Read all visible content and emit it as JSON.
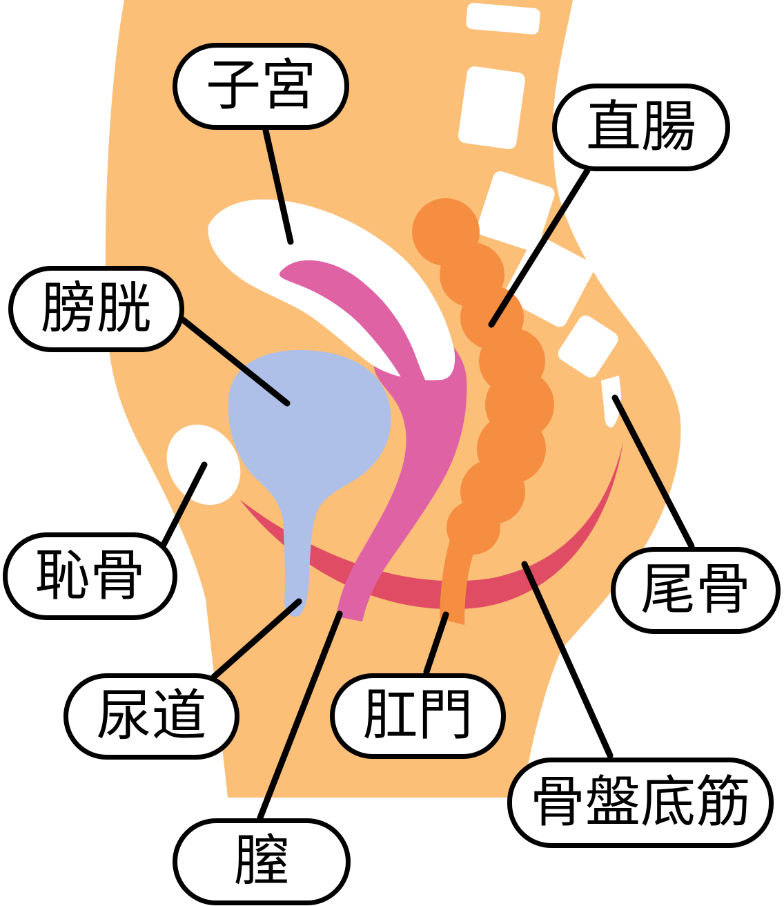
{
  "diagram": {
    "kind": "anatomical-cross-section",
    "colors": {
      "background": "#ffffff",
      "body": "#FBBF78",
      "bone_white": "#ffffff",
      "bladder": "#AEC0E8",
      "rectum": "#F68E42",
      "vagina": "#DF62A5",
      "pelvic_floor": "#E04C63",
      "outline": "#000000"
    },
    "labels": {
      "uterus": "子宮",
      "rectum": "直腸",
      "bladder": "膀胱",
      "pubic_bone": "恥骨",
      "coccyx": "尾骨",
      "urethra": "尿道",
      "anus": "肛門",
      "pelvic_floor": "骨盤底筋",
      "vagina": "膣"
    }
  }
}
